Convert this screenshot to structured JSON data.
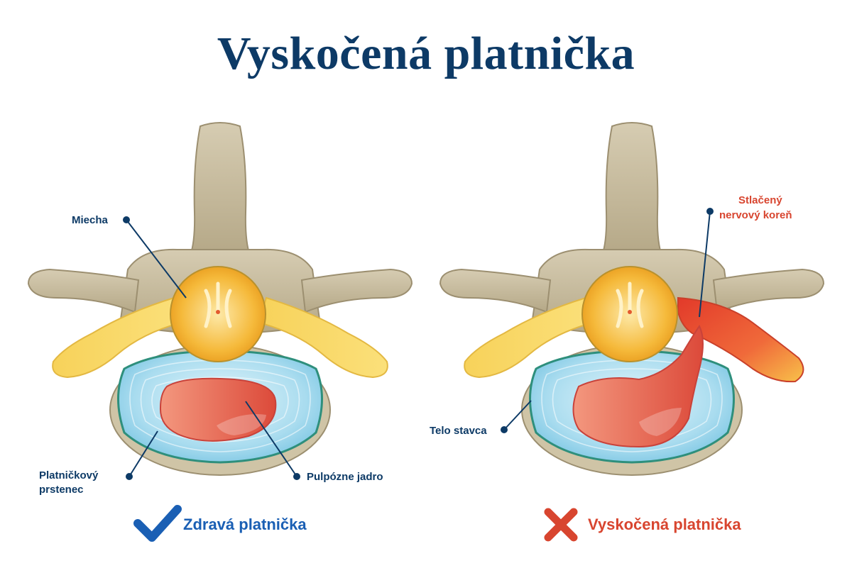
{
  "title": "Vyskočená platnička",
  "labels": {
    "miecha": "Miecha",
    "platnickovy": "Platničkový",
    "prstenec": "prstenec",
    "pulpozne": "Pulpózne jadro",
    "telo": "Telo stavca",
    "stlaceny": "Stlačený",
    "nervovy": "nervový koreň"
  },
  "status": {
    "healthy": "Zdravá platnička",
    "herniated": "Vyskočená platnička"
  },
  "colors": {
    "title": "#0d3a66",
    "label": "#0d3a66",
    "alert": "#d8452f",
    "check": "#1a5fb4",
    "bone": "#c4b89a",
    "nerve": "#f6c94a",
    "disc": "#bde3f2",
    "nucleus": "#e9665a"
  }
}
